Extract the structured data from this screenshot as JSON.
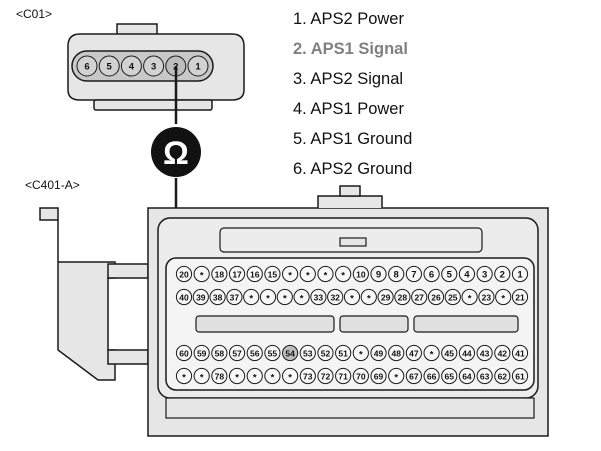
{
  "connectors": {
    "top_label": "<C01>",
    "bottom_label": "<C401-A>"
  },
  "legend": [
    {
      "text": "1. APS2 Power",
      "highlight": false
    },
    {
      "text": "2. APS1 Signal",
      "highlight": true
    },
    {
      "text": "3. APS2 Signal",
      "highlight": false
    },
    {
      "text": "4. APS1 Power",
      "highlight": false
    },
    {
      "text": "5. APS1 Ground",
      "highlight": false
    },
    {
      "text": "6. APS2 Ground",
      "highlight": false
    }
  ],
  "meter_symbol": "Ω",
  "c01_pins": [
    "6",
    "5",
    "4",
    "3",
    "2",
    "1"
  ],
  "c01_highlight_pin": "2",
  "c401_rows": [
    [
      "20",
      "*",
      "18",
      "17",
      "16",
      "15",
      "*",
      "*",
      "*",
      "*",
      "10",
      "9",
      "8",
      "7",
      "6",
      "5",
      "4",
      "3",
      "2",
      "1"
    ],
    [
      "40",
      "39",
      "38",
      "37",
      "*",
      "*",
      "*",
      "*",
      "33",
      "32",
      "*",
      "*",
      "29",
      "28",
      "27",
      "26",
      "25",
      "*",
      "23",
      "*",
      "21"
    ],
    [
      "60",
      "59",
      "58",
      "57",
      "56",
      "55",
      "54",
      "53",
      "52",
      "51",
      "*",
      "49",
      "48",
      "47",
      "*",
      "45",
      "44",
      "43",
      "42",
      "41"
    ],
    [
      "*",
      "*",
      "78",
      "*",
      "*",
      "*",
      "*",
      "73",
      "72",
      "71",
      "70",
      "69",
      "*",
      "67",
      "66",
      "65",
      "64",
      "63",
      "62",
      "61"
    ]
  ],
  "c401_highlight_pin": "54",
  "colors": {
    "line": "#1a1a1a",
    "connector_fill": "#e6e6e6",
    "pin_fill": "#d2d2d2",
    "highlight_text": "#808080"
  }
}
